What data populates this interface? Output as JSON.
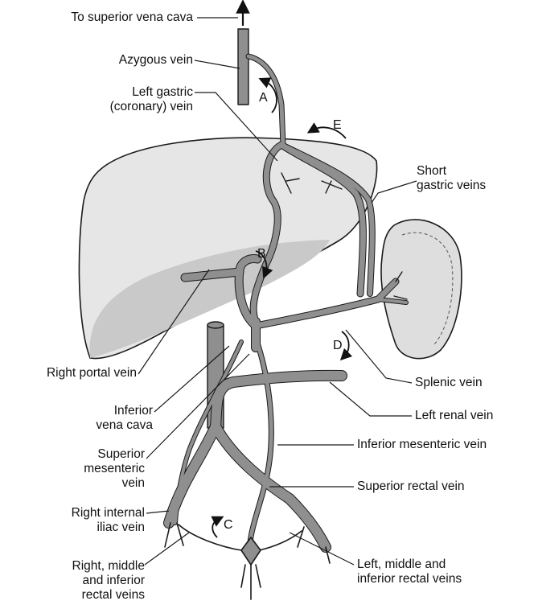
{
  "labels": {
    "to_svc": "To superior vena cava",
    "azygous": "Azygous vein",
    "left_gastric": "Left gastric\n(coronary) vein",
    "short_gastric": "Short\ngastric veins",
    "right_portal": "Right portal vein",
    "ivc": "Inferior\nvena cava",
    "smv": "Superior\nmesenteric\nvein",
    "right_internal_iliac": "Right internal\niliac vein",
    "right_rectal": "Right, middle\nand inferior\nrectal veins",
    "splenic": "Splenic vein",
    "left_renal": "Left renal vein",
    "imv": "Inferior mesenteric vein",
    "superior_rectal": "Superior rectal vein",
    "left_rectal": "Left, middle and\ninferior rectal veins"
  },
  "flow_markers": [
    "A",
    "B",
    "C",
    "D",
    "E"
  ],
  "colors": {
    "organ_light": "#e6e6e6",
    "organ_shade": "#c9c9c9",
    "vein": "#8f8f8f",
    "outline": "#1a1a1a"
  }
}
